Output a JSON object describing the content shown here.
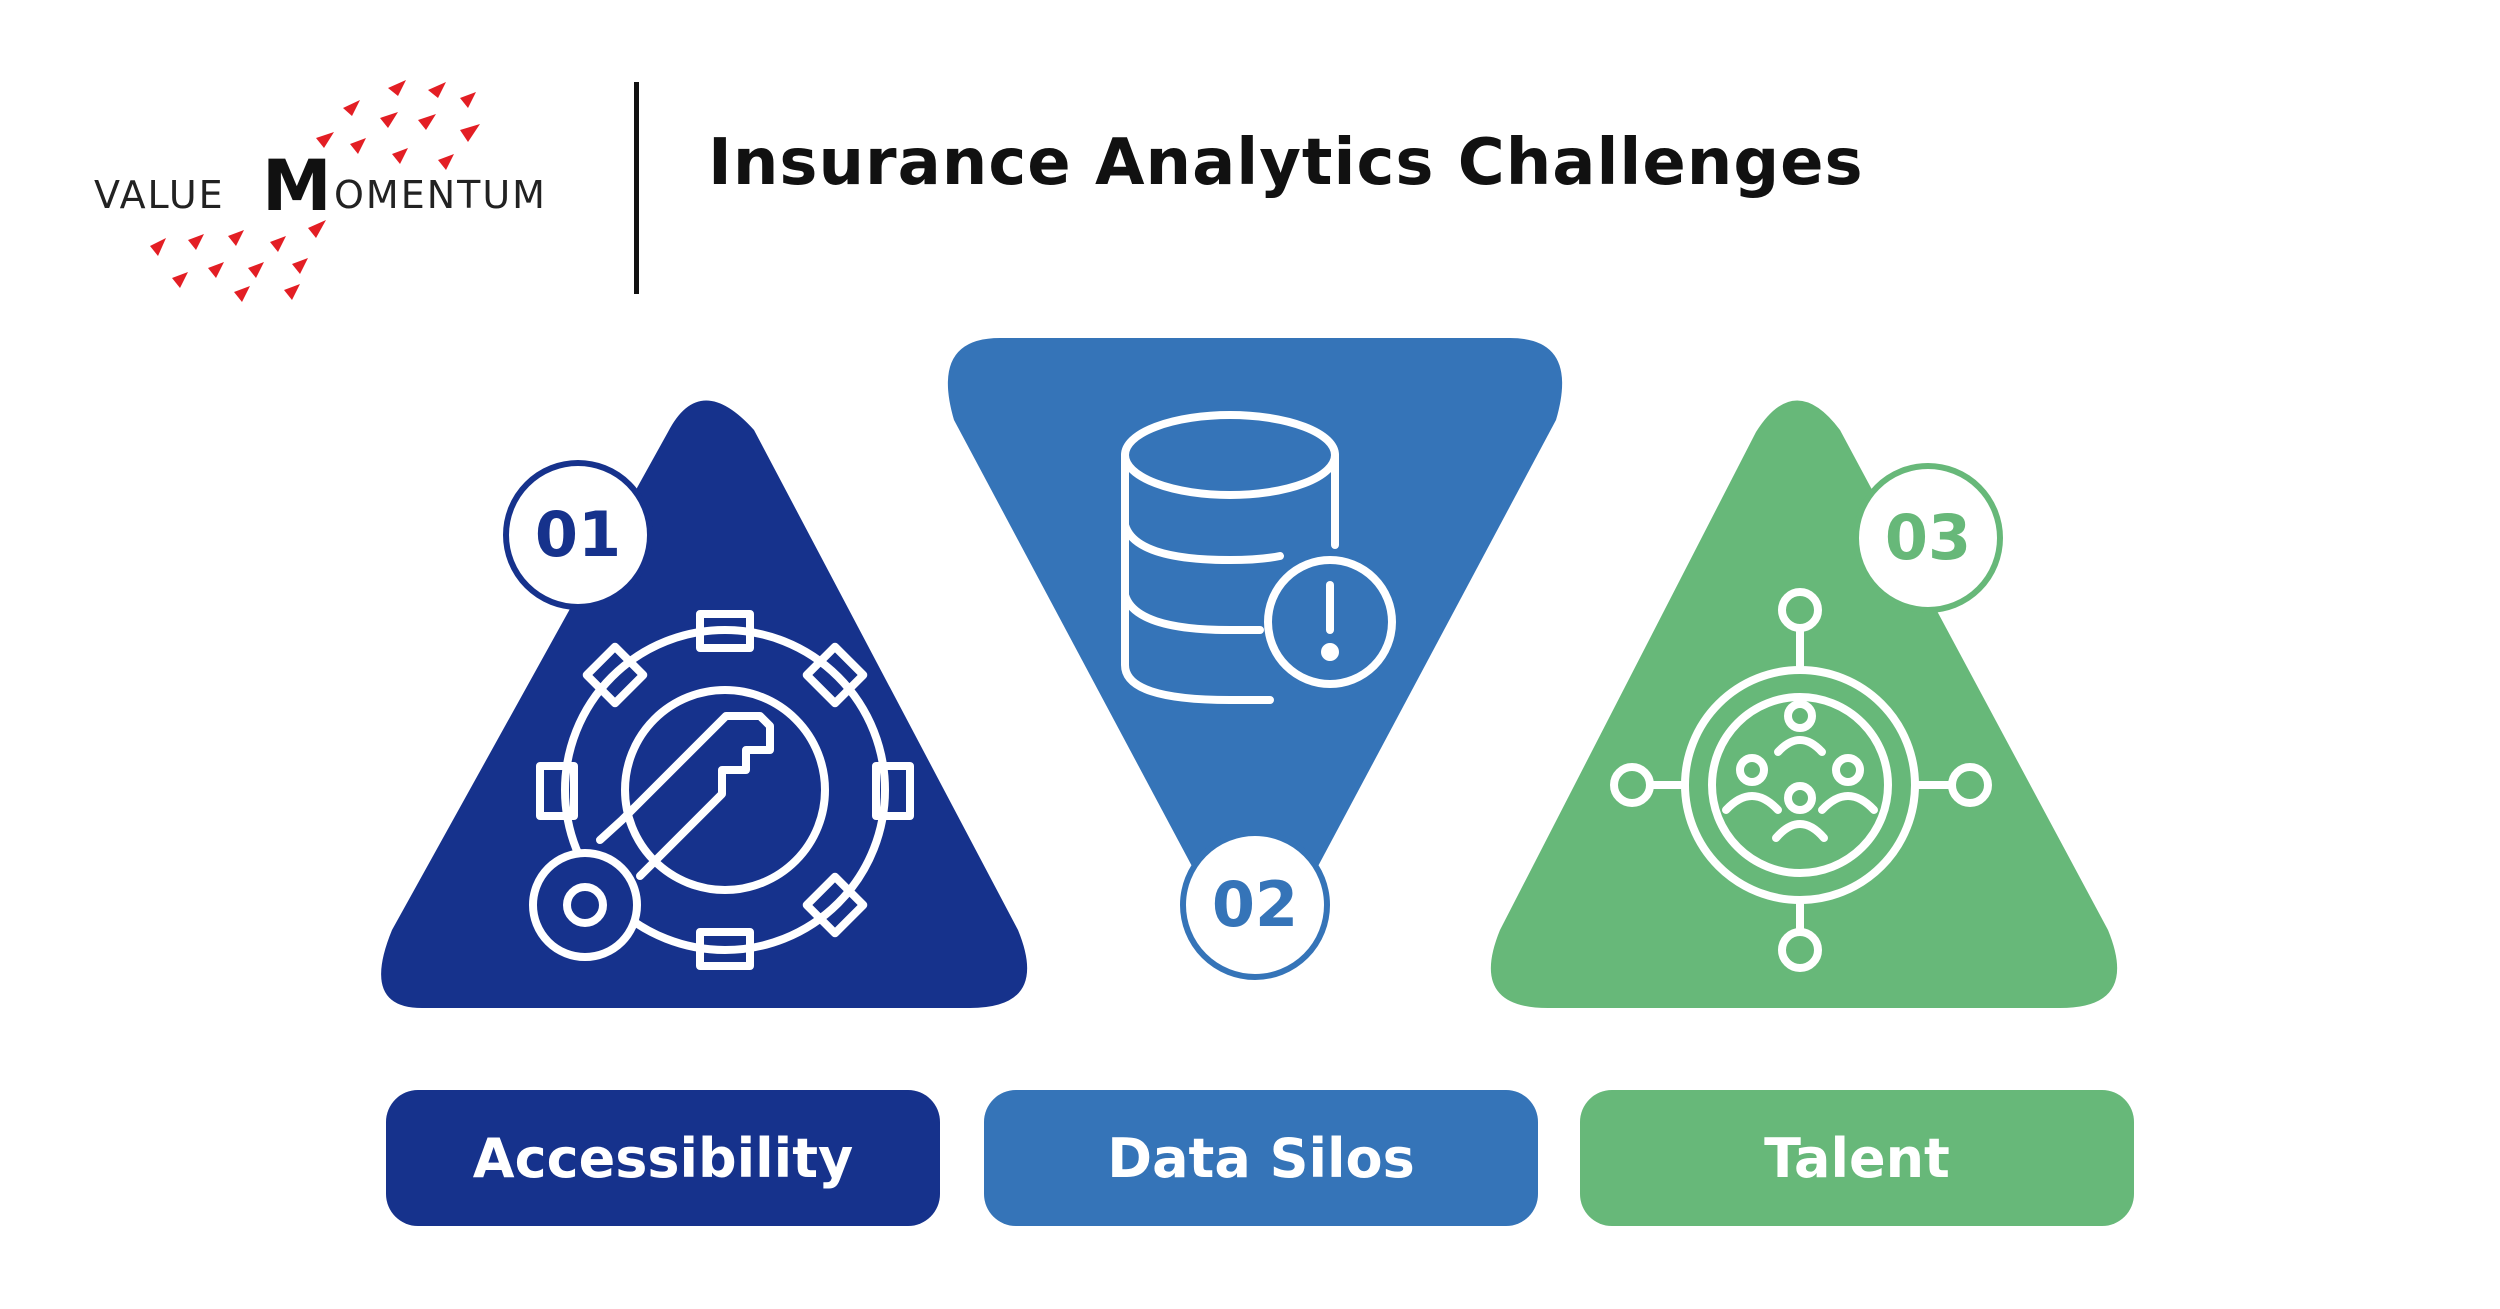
{
  "header": {
    "title": "Insurance Analytics Challenges",
    "logo": {
      "prefix": "VALUE",
      "mid": "M",
      "suffix": "OMENTUM",
      "accent": "#e31e24"
    }
  },
  "challenges": [
    {
      "number": "01",
      "label": "Accessibility",
      "color": "#16328c",
      "icon": "gear-wrench-icon"
    },
    {
      "number": "02",
      "label": "Data Silos",
      "color": "#3574b8",
      "icon": "database-alert-icon"
    },
    {
      "number": "03",
      "label": "Talent",
      "color": "#67b879",
      "icon": "people-network-icon"
    }
  ]
}
